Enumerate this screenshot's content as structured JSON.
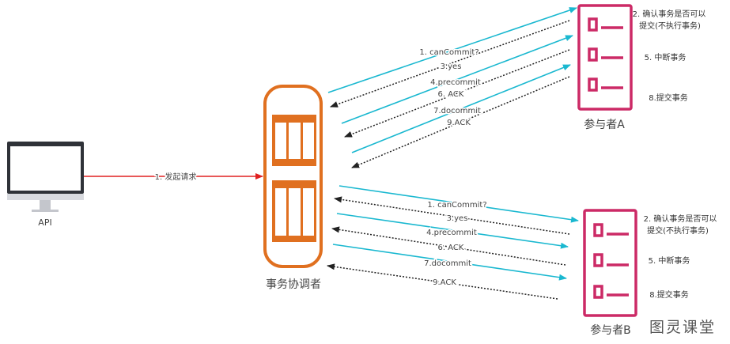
{
  "api": {
    "label": "API"
  },
  "request": {
    "label": "1. 发起请求"
  },
  "coordinator": {
    "label": "事务协调者"
  },
  "participant_a": {
    "label": "参与者A",
    "notes": [
      "2. 确认事务是否可以",
      "提交(不执行事务)",
      "5. 中断事务",
      "8.提交事务"
    ],
    "messages": [
      "1. canCommit?",
      "3.yes",
      "4.precommit",
      "6. ACK",
      "7.docommit",
      "9.ACK"
    ]
  },
  "participant_b": {
    "label": "参与者B",
    "notes": [
      "2. 确认事务是否可以",
      "提交(不执行事务)",
      "5. 中断事务",
      "8.提交事务"
    ],
    "messages": [
      "1. canCommit?",
      "3.yes",
      "4.precommit",
      "6. ACK",
      "7.docommit",
      "9.ACK"
    ]
  },
  "watermark": "图灵课堂",
  "colors": {
    "coordinator": "#e07020",
    "participant": "#cc2a66",
    "request": "#e02020",
    "send": "#1ab8d0",
    "reply": "#222222"
  }
}
